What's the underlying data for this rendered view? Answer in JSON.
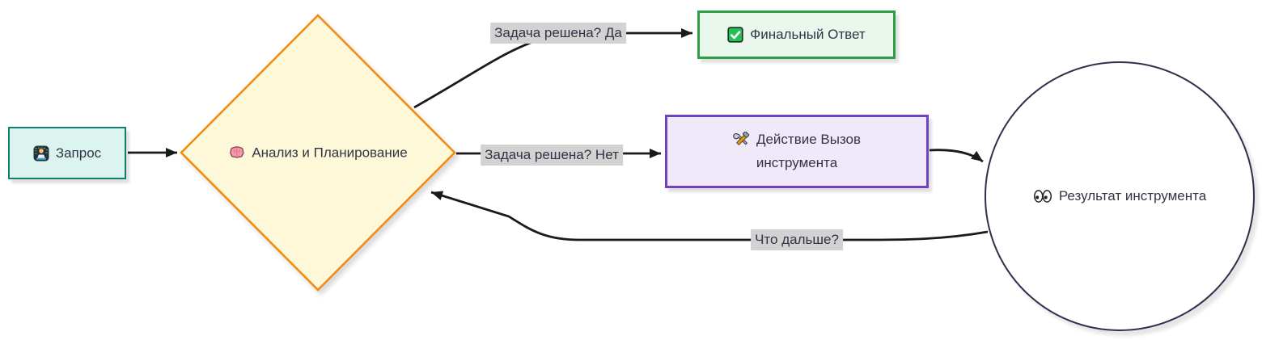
{
  "diagram": {
    "type": "flowchart-left-to-right",
    "nodes": {
      "query": {
        "shape": "rectangle",
        "icon": "technologist-emoji",
        "label": "Запрос"
      },
      "plan": {
        "shape": "diamond",
        "icon": "brain-emoji",
        "label": "Анализ и Планирование"
      },
      "final": {
        "shape": "rectangle",
        "icon": "check-mark-emoji",
        "label": "Финальный Ответ"
      },
      "action": {
        "shape": "rectangle",
        "icon": "hammer-wrench-emoji",
        "label_line1": "Действие Вызов",
        "label_line2": "инструмента"
      },
      "result": {
        "shape": "circle",
        "icon": "eyes-emoji",
        "label": "Результат инструмента"
      }
    },
    "edges": {
      "query_to_plan": {
        "from": "query",
        "to": "plan",
        "label": ""
      },
      "plan_to_final": {
        "from": "plan",
        "to": "final",
        "label": "Задача решена? Да"
      },
      "plan_to_action": {
        "from": "plan",
        "to": "action",
        "label": "Задача решена? Нет"
      },
      "action_to_result": {
        "from": "action",
        "to": "result",
        "label": ""
      },
      "result_to_plan": {
        "from": "result",
        "to": "plan",
        "label": "Что дальше?"
      }
    }
  },
  "colors": {
    "query-fill": "#dcf4ef",
    "query-stroke": "#0f7f6e",
    "plan-fill": "#fcf8d8",
    "plan-stroke": "#f18c14",
    "final-fill": "#e9f7ec",
    "final-stroke": "#2f9e44",
    "action-fill": "#efe9fa",
    "action-stroke": "#6f42c1",
    "result-fill": "#ffffff",
    "result-stroke": "#30304e",
    "edge-color": "#1a1a1a",
    "label-bg": "#d2d2d2",
    "text-color": "#333346"
  }
}
